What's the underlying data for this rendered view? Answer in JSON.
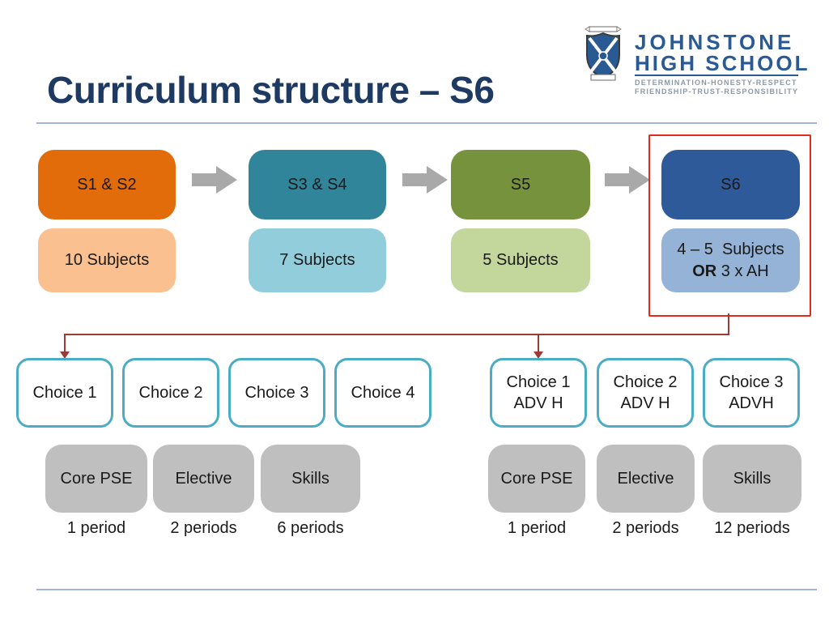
{
  "slide_title": "Curriculum structure – S6",
  "logo": {
    "crest_icon": "johnstone-school-crest",
    "school_name_line1": "JOHNSTONE",
    "school_name_line2": "HIGH SCHOOL",
    "motto_line1": "DETERMINATION-HONESTY-RESPECT",
    "motto_line2": "FRIENDSHIP-TRUST-RESPONSIBILITY"
  },
  "flow": {
    "stages": [
      {
        "label": "S1 & S2",
        "subjects": "10 Subjects",
        "stage_color": "#E36C0A",
        "subjects_color": "#FAC090"
      },
      {
        "label": "S3 & S4",
        "subjects": "7 Subjects",
        "stage_color": "#31859B",
        "subjects_color": "#92CDDC"
      },
      {
        "label": "S5",
        "subjects": "5 Subjects",
        "stage_color": "#76923C",
        "subjects_color": "#C3D69B"
      },
      {
        "label": "S6",
        "subjects_line1": "4 – 5  Subjects",
        "subjects_or": "OR",
        "subjects_rest": " 3 x AH",
        "stage_color": "#2F5A99",
        "subjects_color": "#95B3D7"
      }
    ]
  },
  "choices_left": [
    {
      "label": "Choice 1"
    },
    {
      "label": "Choice 2"
    },
    {
      "label": "Choice 3"
    },
    {
      "label": "Choice 4"
    }
  ],
  "choices_right": [
    {
      "line1": "Choice 1",
      "line2": "ADV H"
    },
    {
      "line1": "Choice 2",
      "line2": "ADV H"
    },
    {
      "line1": "Choice 3",
      "line2": "ADVH"
    }
  ],
  "allocations_left": [
    {
      "label": "Core PSE",
      "periods": "1 period"
    },
    {
      "label": "Elective",
      "periods": "2 periods"
    },
    {
      "label": "Skills",
      "periods": "6 periods"
    }
  ],
  "allocations_right": [
    {
      "label": "Core PSE",
      "periods": "1 period"
    },
    {
      "label": "Elective",
      "periods": "2 periods"
    },
    {
      "label": "Skills",
      "periods": "12 periods"
    }
  ],
  "colors": {
    "title_navy": "#1E3A63",
    "rule_blue": "#9FB6D9",
    "arrow_gray": "#A9A9A9",
    "highlight_red": "#DF2B20",
    "connector_maroon": "#9C3B36",
    "choice_border_teal": "#4BACC6",
    "allocation_gray": "#BFBFBF",
    "logo_navy": "#2A5A94",
    "motto_gray": "#8C98A8"
  }
}
